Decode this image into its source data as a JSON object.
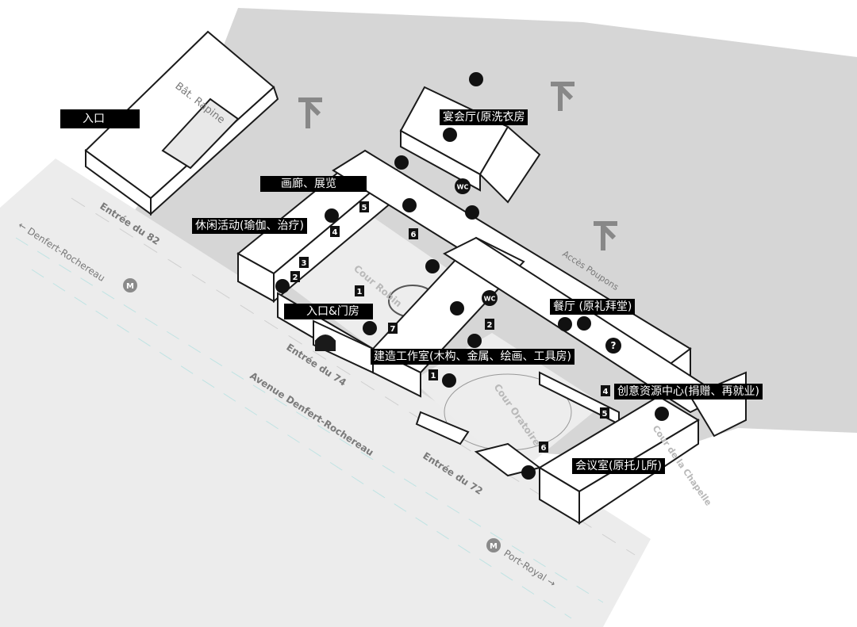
{
  "labels": {
    "entrance": "入口",
    "banquet_hall": "宴会厅(原洗衣房",
    "gallery": "画廊、展览",
    "leisure": "休闲活动(瑜伽、治疗)",
    "entrance_gatehouse": "入口&门房",
    "workshop": "建造工作室(木构、金属、绘画、工具房)",
    "restaurant": "餐厅 (原礼拜堂)",
    "resource_center": "创意资源中心(捐赠、再就业)",
    "meeting_room": "会议室(原托儿所)"
  },
  "streets": {
    "denfert_left": "← Denfert-Rochereau",
    "avenue": "Avenue Denfert-Rochereau",
    "port_royal": "Port-Royal →",
    "entree_82": "Entrée du 82",
    "entree_74": "Entrée du 74",
    "entree_72": "Entrée du 72",
    "acces_poupons": "Accès Poupons",
    "metro_symbol": "M"
  },
  "buildings": {
    "bat_rapine": "Bât. Rapine"
  },
  "courtyards": {
    "robin": "Cour Robin",
    "oratoire": "Cour Oratoire",
    "chapelle": "Cour de la Chapelle"
  },
  "markers": {
    "m1_gate": "1",
    "m2": "2",
    "m3": "3",
    "m4": "4",
    "m5": "5",
    "m6": "6",
    "m7": "7",
    "m1_workshop": "1",
    "m2_right": "2",
    "m4_right": "4",
    "m5_right": "5",
    "m6_bottom": "6"
  },
  "icons": {
    "wc": "WC",
    "question": "?",
    "names": [
      "restroom-icon",
      "cafe-icon",
      "bike-icon",
      "restaurant-icon",
      "info-icon",
      "crane-icon",
      "metro-icon",
      "shop-icon"
    ]
  },
  "colors": {
    "ground": "#d8d8d8",
    "street": "#ececec",
    "building": "#ffffff",
    "outline": "#1a1a1a",
    "label_bg": "#000000",
    "label_text": "#ffffff"
  }
}
